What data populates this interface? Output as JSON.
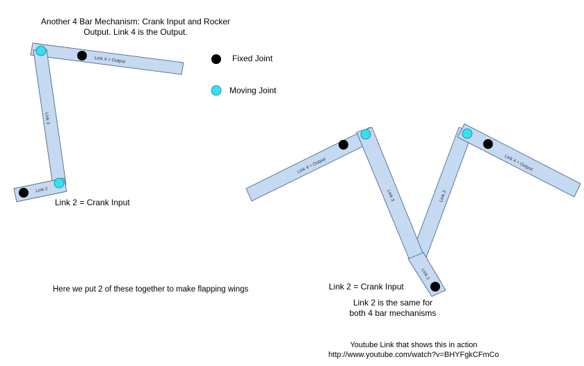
{
  "title": {
    "line1": "Another 4 Bar Mechanism: Crank Input and Rocker",
    "line2": "Output. Link 4 is the Output."
  },
  "legend": {
    "fixed_joint": "Fixed Joint",
    "moving_joint": "Moving Joint"
  },
  "links": {
    "link4_output": "Link 4 = Output",
    "link3": "Link 3",
    "link2": "Link 2"
  },
  "labels": {
    "crank_input_left": "Link 2 = Crank Input",
    "flapping_wings": "Here we put 2 of these together to make flapping wings",
    "crank_input_right": "Link 2 = Crank Input",
    "same_line1": "Link 2 is the same for",
    "same_line2": "both 4 bar mechanisms",
    "youtube_line1": "Youtube Link that shows this in action",
    "youtube_line2": "http://www.youtube.com/watch?v=BHYFgkCFmCo"
  },
  "colors": {
    "link_fill": "#c5d9f1",
    "link_stroke": "#4a6a90",
    "fixed_joint": "#000000",
    "moving_joint": "#35e0f0",
    "moving_joint_stroke": "#1a7f8c"
  }
}
